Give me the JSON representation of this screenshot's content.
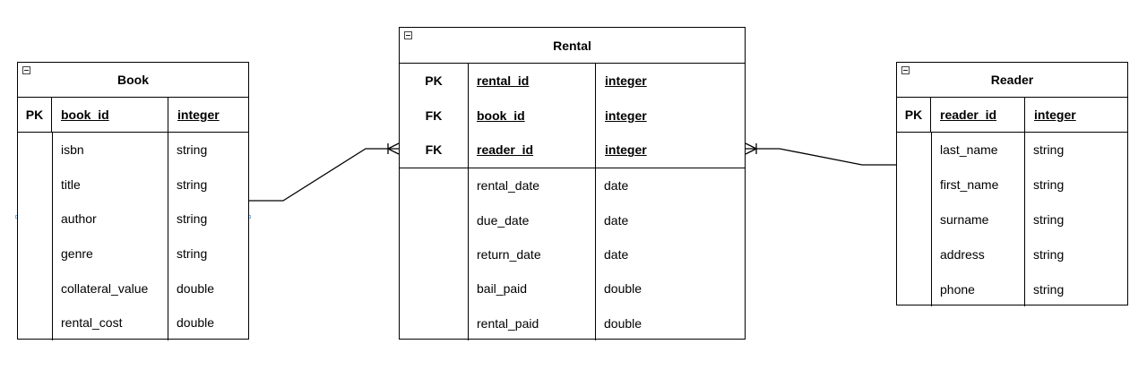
{
  "book": {
    "title": "Book",
    "key": {
      "kind": "PK",
      "name": "book_id",
      "type": "integer"
    },
    "fields": [
      {
        "name": "isbn",
        "type": "string"
      },
      {
        "name": "title",
        "type": "string"
      },
      {
        "name": "author",
        "type": "string"
      },
      {
        "name": "genre",
        "type": "string"
      },
      {
        "name": "collateral_value",
        "type": "double"
      },
      {
        "name": "rental_cost",
        "type": "double"
      }
    ]
  },
  "rental": {
    "title": "Rental",
    "keys": [
      {
        "kind": "PK",
        "name": "rental_id",
        "type": "integer"
      },
      {
        "kind": "FK",
        "name": "book_id",
        "type": "integer"
      },
      {
        "kind": "FK",
        "name": "reader_id",
        "type": "integer"
      }
    ],
    "fields": [
      {
        "name": "rental_date",
        "type": "date"
      },
      {
        "name": "due_date",
        "type": "date"
      },
      {
        "name": "return_date",
        "type": "date"
      },
      {
        "name": "bail_paid",
        "type": "double"
      },
      {
        "name": "rental_paid",
        "type": "double"
      }
    ]
  },
  "reader": {
    "title": "Reader",
    "key": {
      "kind": "PK",
      "name": "reader_id",
      "type": "integer"
    },
    "fields": [
      {
        "name": "last_name",
        "type": "string"
      },
      {
        "name": "first_name",
        "type": "string"
      },
      {
        "name": "surname",
        "type": "string"
      },
      {
        "name": "address",
        "type": "string"
      },
      {
        "name": "phone",
        "type": "string"
      }
    ]
  }
}
